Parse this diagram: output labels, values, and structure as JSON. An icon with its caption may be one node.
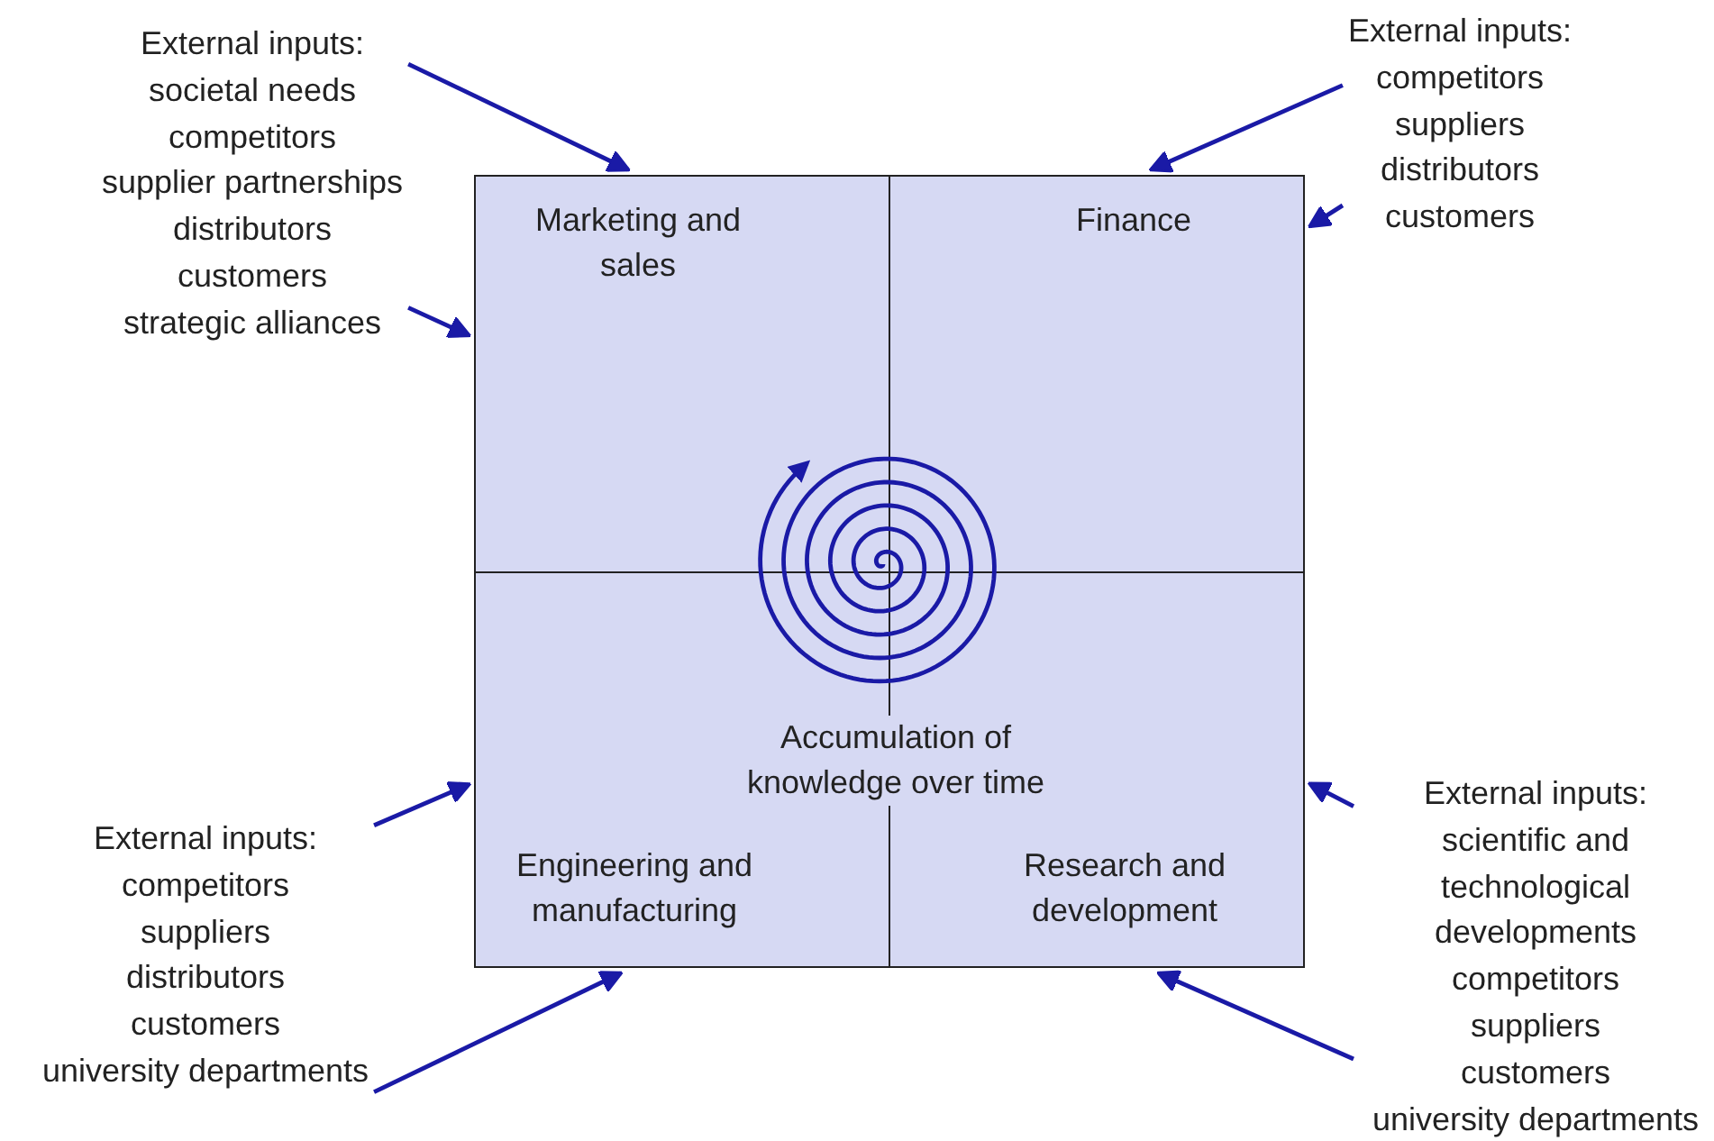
{
  "diagram": {
    "nodes": [
      {
        "text": [],
        "shape": "box"
      },
      {
        "text": [
          "Marketing and sales"
        ],
        "in": 0
      },
      {
        "text": [
          "Finance"
        ],
        "in": 0
      },
      {
        "text": [
          "Engineering and manufacturing"
        ],
        "in": 0
      },
      {
        "text": [
          "Research and development"
        ],
        "in": 0
      },
      {
        "text": [
          "External inputs:",
          "societal needs",
          "competitors",
          "supplier partnerships",
          "distributors",
          "customers",
          "strategic alliances"
        ]
      },
      {
        "text": [
          "External inputs:",
          "competitors",
          "suppliers",
          "distributors",
          "customers"
        ]
      },
      {
        "text": [
          "External inputs:",
          "competitors",
          "suppliers",
          "distributors",
          "customers",
          "university departments"
        ]
      },
      {
        "text": [
          "External inputs:",
          "scientific and technological developments",
          "competitors",
          "suppliers",
          "customers",
          "university departments"
        ]
      },
      {
        "text": [
          "Accumulation of knowledge over time"
        ],
        "in": 0
      }
    ],
    "edges": [
      {
        "from": 5,
        "to": 1,
        "arrow": "to"
      },
      {
        "from": 5,
        "to": 1,
        "arrow": "to"
      },
      {
        "from": 6,
        "to": 2,
        "arrow": "to"
      },
      {
        "from": 6,
        "to": 2,
        "arrow": "to"
      },
      {
        "from": 7,
        "to": 3,
        "arrow": "to"
      },
      {
        "from": 7,
        "to": 3,
        "arrow": "to"
      },
      {
        "from": 8,
        "to": 4,
        "arrow": "to"
      },
      {
        "from": 8,
        "to": 4,
        "arrow": "to"
      }
    ]
  }
}
